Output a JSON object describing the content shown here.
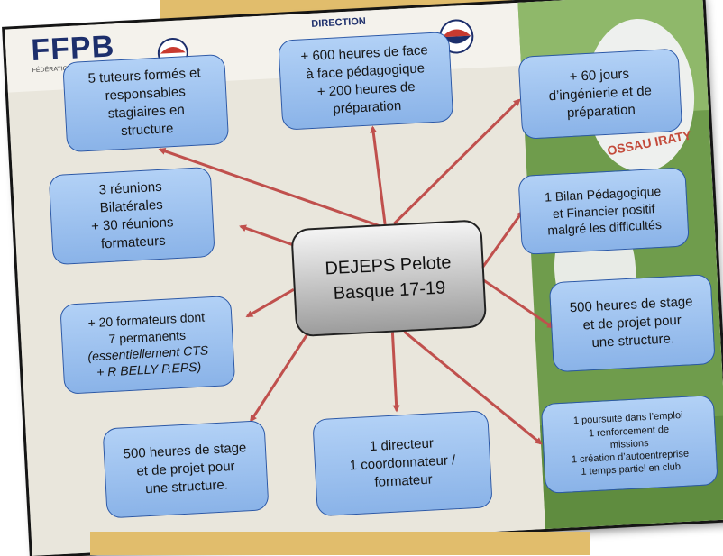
{
  "colors": {
    "node_fill": "#9ec1f0",
    "node_border": "#2a58a8",
    "arrow": "#c0504d",
    "center_fill": "#cfcfcf",
    "tape": "#e1bd6c"
  },
  "background": {
    "logo": "FFPB",
    "logo_sub": "FÉDÉRATION",
    "header": "DIRECTION",
    "jersey_text": "OSSAU IRATY"
  },
  "center": {
    "lines": [
      "DEJEPS Pelote",
      "Basque 17-19"
    ]
  },
  "nodes": {
    "tuteurs": [
      "5 tuteurs formés et",
      "responsables",
      "stagiaires en",
      "structure"
    ],
    "heures_face": [
      "+ 600 heures de face",
      "à face pédagogique",
      "+ 200 heures de",
      "préparation"
    ],
    "jours": [
      "+ 60 jours",
      "d’ingénierie et de",
      "préparation"
    ],
    "reunions": [
      "3 réunions",
      "Bilatérales",
      "+ 30 réunions",
      "formateurs"
    ],
    "bilan": [
      "1 Bilan Pédagogique",
      "et Financier positif",
      "malgré les difficultés"
    ],
    "formateurs": [
      "+ 20 formateurs dont",
      "7 permanents",
      "(essentiellement CTS",
      "+ R BELLY P.EPS)"
    ],
    "stage_right": [
      "500 heures de stage",
      "et de projet pour",
      "une structure."
    ],
    "stage_left": [
      "500 heures de stage",
      "et de projet pour",
      "une structure."
    ],
    "directeur": [
      "1 directeur",
      "1 coordonnateur /",
      "formateur"
    ],
    "poursuite": [
      "1 poursuite dans l’emploi",
      "1 renforcement de",
      "missions",
      "1 création d’autoentreprise",
      "1 temps partiel en club"
    ]
  }
}
